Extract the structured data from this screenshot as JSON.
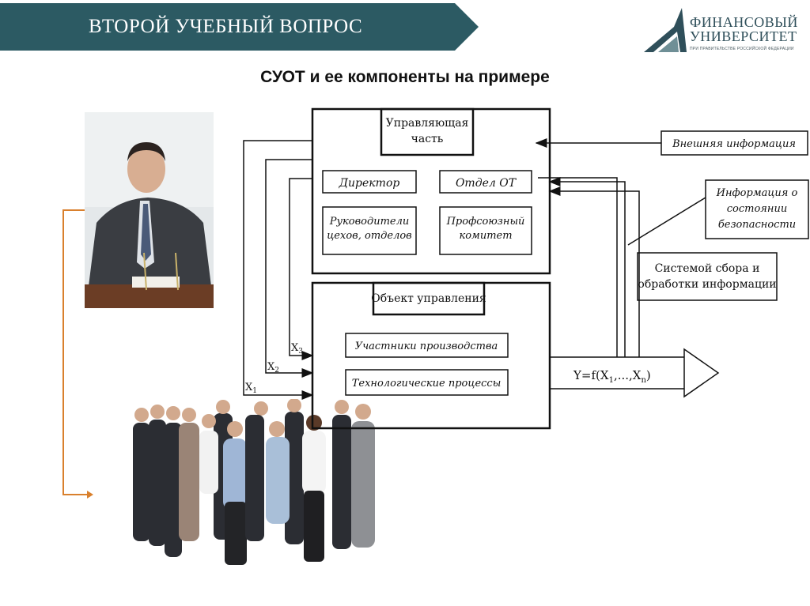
{
  "header": {
    "title": "ВТОРОЙ УЧЕБНЫЙ ВОПРОС",
    "logo_line1": "ФИНАНСОВЫЙ",
    "logo_line2": "УНИВЕРСИТЕТ",
    "logo_sub": "ПРИ ПРАВИТЕЛЬСТВЕ РОССИЙСКОЙ ФЕДЕРАЦИИ"
  },
  "subtitle": "СУОТ и ее компоненты на примере",
  "diagram": {
    "control_part": [
      "Управляющая",
      "часть"
    ],
    "director": "Директор",
    "ot_dept": "Отдел ОТ",
    "heads": [
      "Руководители",
      "цехов, отделов"
    ],
    "union": [
      "Профсоюзный",
      "комитет"
    ],
    "object": "Объект управления",
    "participants": "Участники производства",
    "processes": "Технологические процессы",
    "external_info": "Внешняя информация",
    "safety_info": [
      "Информация о",
      "состоянии",
      "безопасности"
    ],
    "collection": [
      "Системой сбора и",
      "обработки информации"
    ],
    "output": "Y=f(X",
    "output_sub1": "1",
    "output_mid": ",...,X",
    "output_subn": "n",
    "output_end": ")",
    "x1": "X",
    "x1_sub": "1",
    "x2": "X",
    "x2_sub": "2",
    "x3": "X",
    "x3_sub": "3"
  },
  "colors": {
    "banner": "#2c5a63",
    "accent": "#d9802d"
  }
}
